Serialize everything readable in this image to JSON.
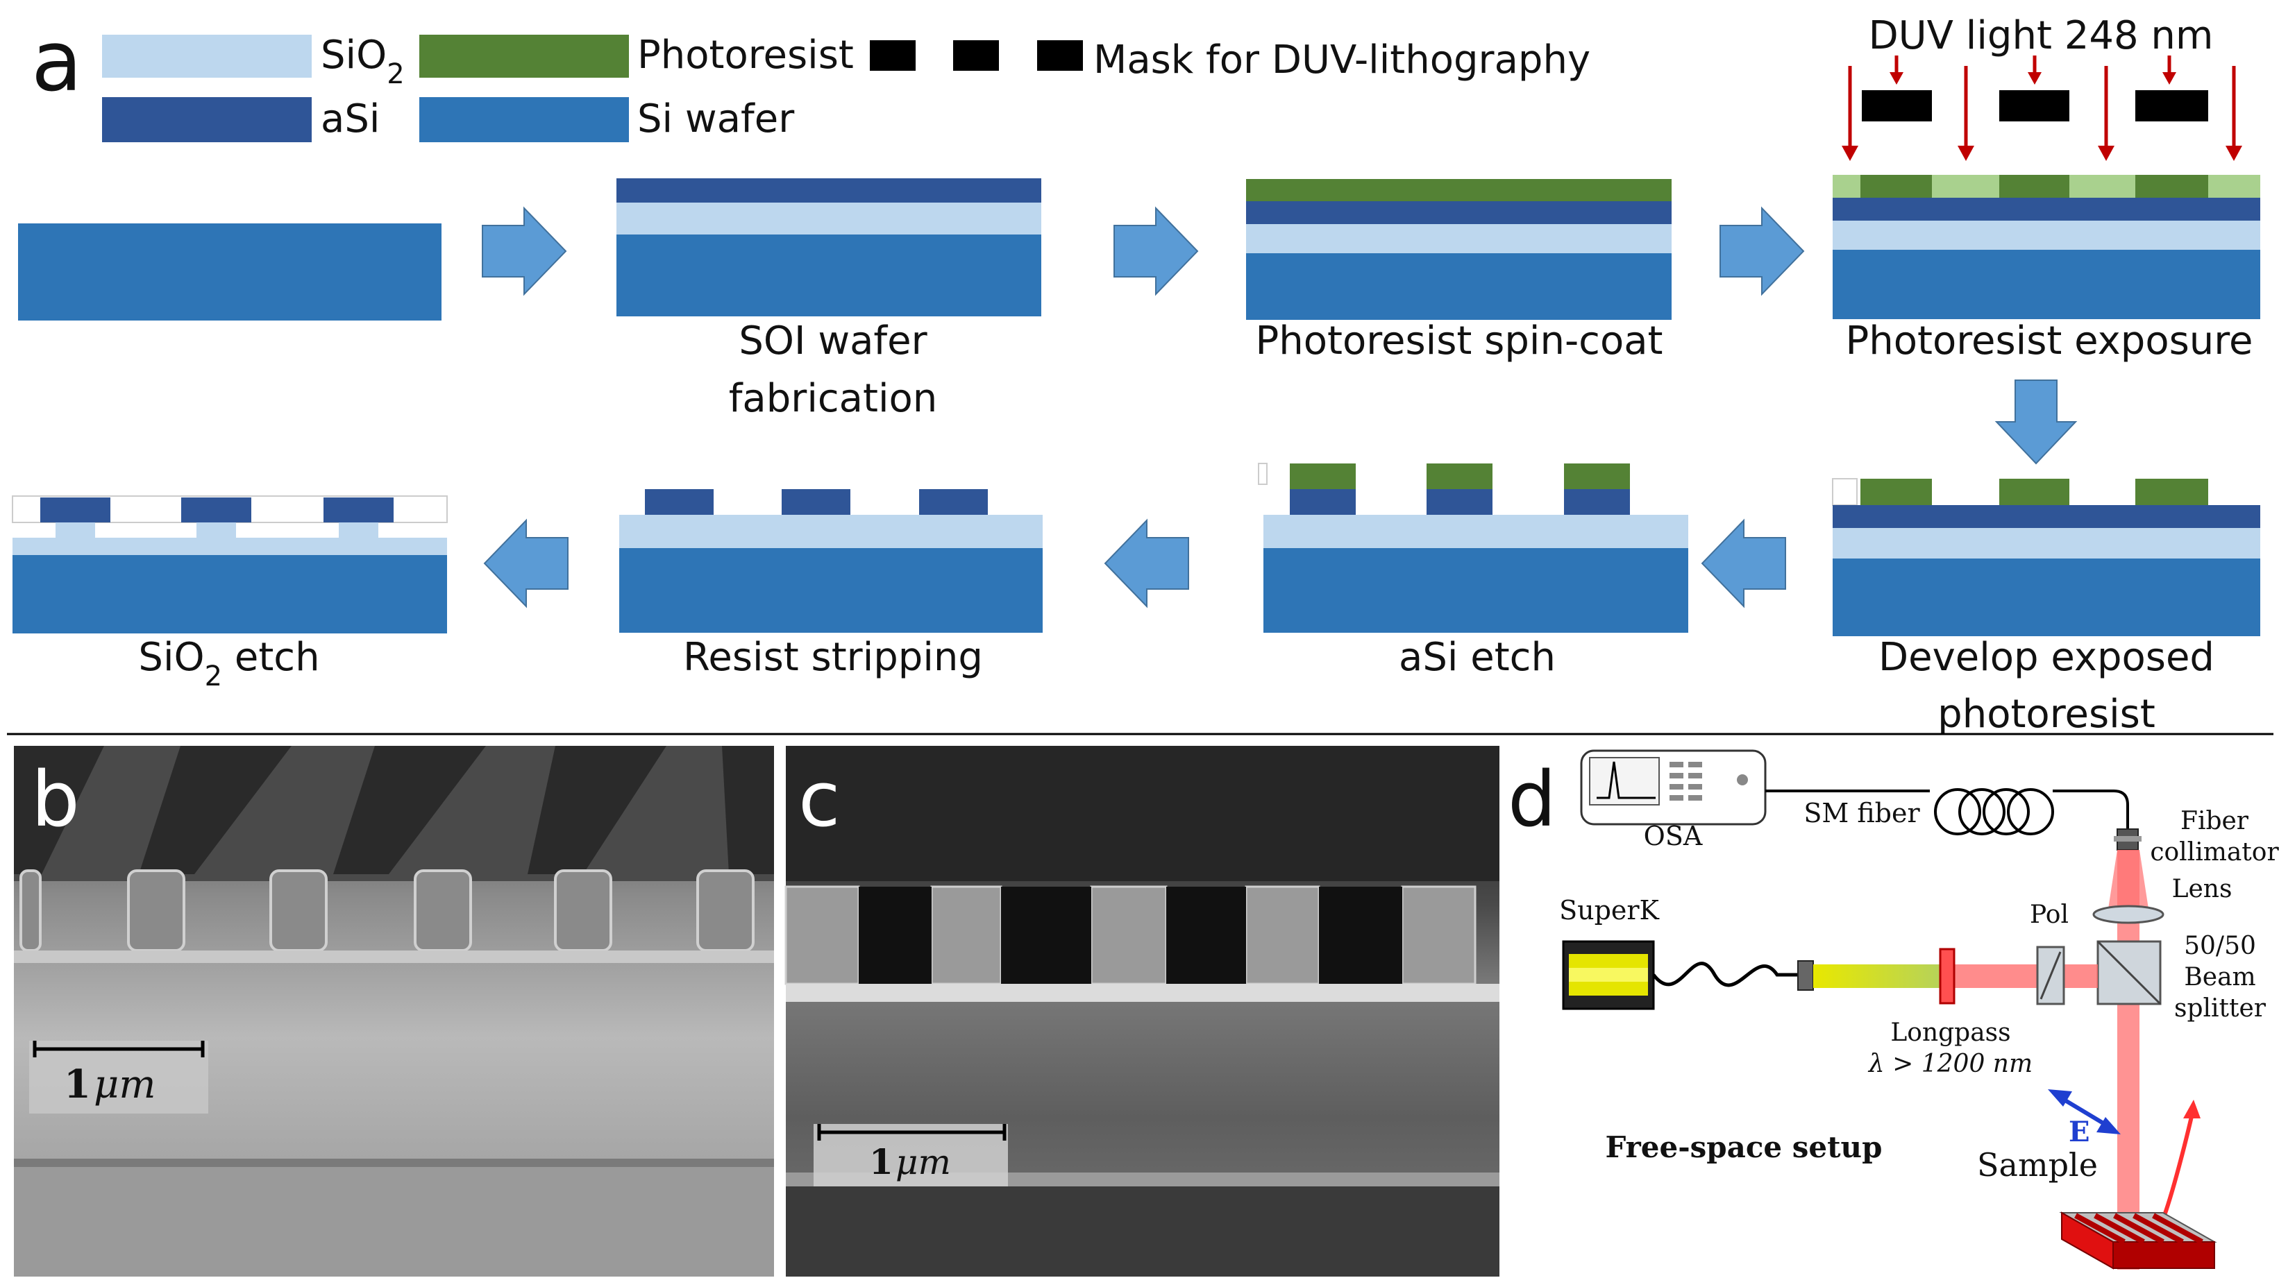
{
  "panel_labels": {
    "a": "a",
    "b": "b",
    "c": "c",
    "d": "d"
  },
  "legend": {
    "sio2": "SiO",
    "sio2_sub": "2",
    "asi": "aSi",
    "photoresist": "Photoresist",
    "si_wafer": "Si wafer",
    "mask": "Mask for DUV-lithography"
  },
  "duv_label": "DUV light 248 nm",
  "steps": {
    "soi_line1": "SOI wafer",
    "soi_line2": "fabrication",
    "spin_coat": "Photoresist spin-coat",
    "exposure": "Photoresist exposure",
    "develop_line1": "Develop exposed",
    "develop_line2": "photoresist",
    "asi_etch": "aSi etch",
    "resist_strip": "Resist stripping",
    "sio2_etch_a": "SiO",
    "sio2_etch_sub": "2",
    "sio2_etch_b": " etch"
  },
  "sem": {
    "scale_b_num": "1",
    "scale_b_unit": "μm",
    "scale_c_num": "1",
    "scale_c_unit": "μm"
  },
  "setup": {
    "osa": "OSA",
    "sm_fiber": "SM fiber",
    "fiber": "Fiber",
    "collimator": "collimator",
    "lens": "Lens",
    "superk": "SuperK",
    "pol": "Pol",
    "bs1": "50/50",
    "bs2": "Beam",
    "bs3": "splitter",
    "longpass": "Longpass",
    "longpass_cond": "λ > 1200 nm",
    "efield": "E",
    "free_space": "Free-space setup",
    "sample": "Sample"
  },
  "colors": {
    "sio2": "#bdd7ee",
    "asi": "#2f5597",
    "photoresist": "#548235",
    "si_wafer": "#2e75b6",
    "arrow": "#5b9bd5",
    "duv": "#c00000",
    "laser": "#ff6f6f"
  }
}
